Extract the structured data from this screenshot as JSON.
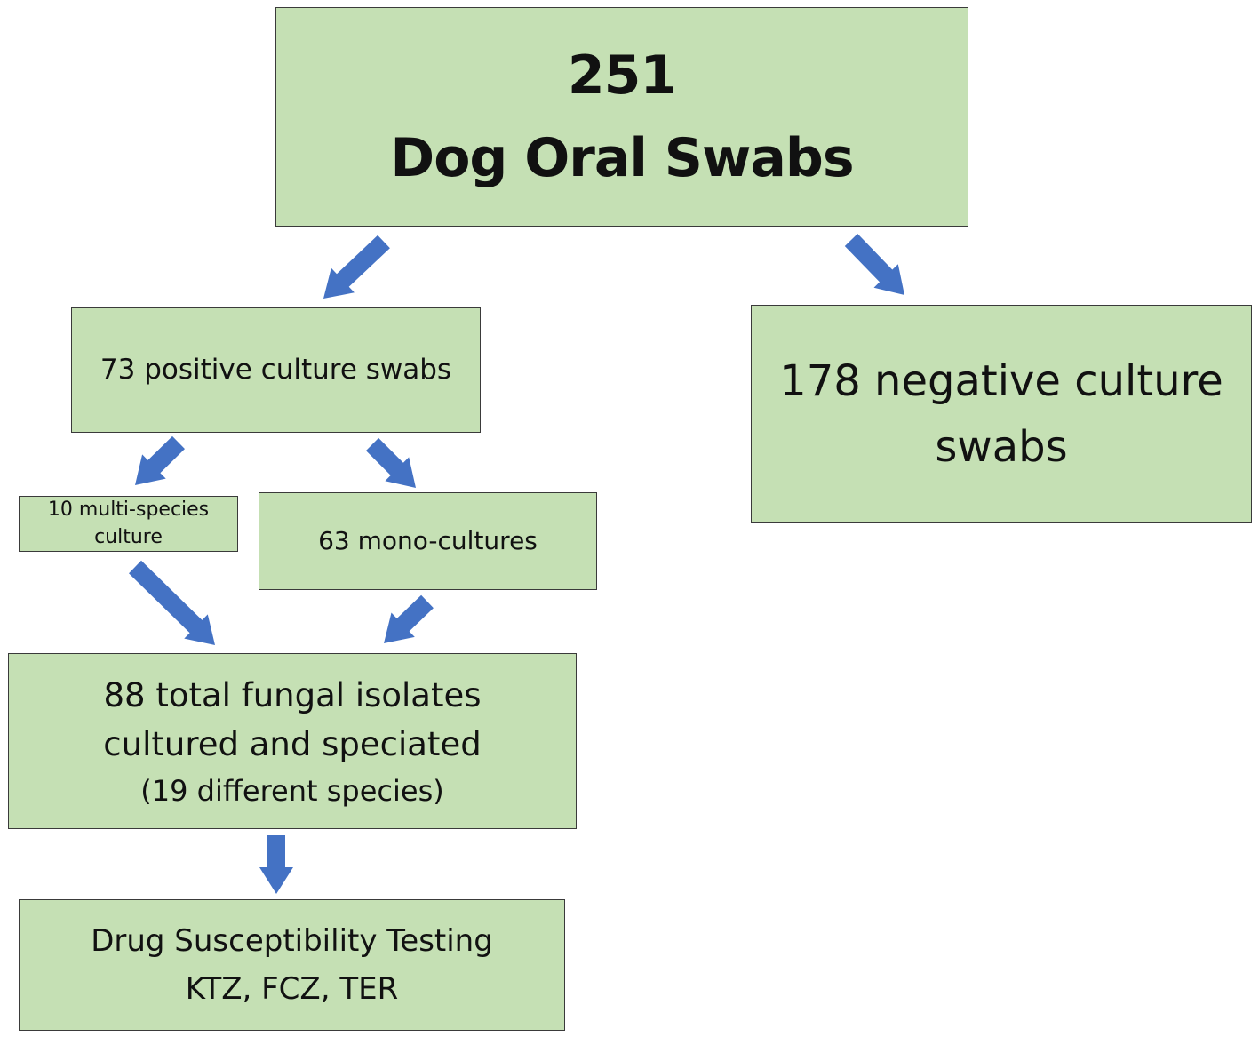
{
  "nodes": {
    "root": {
      "lines": [
        "251",
        "Dog Oral Swabs"
      ]
    },
    "positive": {
      "lines": [
        "73 positive culture swabs"
      ]
    },
    "negative": {
      "lines": [
        "178 negative culture",
        "swabs"
      ]
    },
    "multi": {
      "lines": [
        "10 multi-species",
        "culture"
      ]
    },
    "mono": {
      "lines": [
        "63 mono-cultures"
      ]
    },
    "isolates": {
      "lines": [
        "88 total fungal isolates",
        "cultured and speciated",
        "(19 different species)"
      ]
    },
    "drug": {
      "lines": [
        "Drug Susceptibility Testing",
        "KTZ, FCZ, TER"
      ]
    }
  },
  "edges": [
    {
      "from": "root",
      "to": "positive"
    },
    {
      "from": "root",
      "to": "negative"
    },
    {
      "from": "positive",
      "to": "multi"
    },
    {
      "from": "positive",
      "to": "mono"
    },
    {
      "from": "multi",
      "to": "isolates"
    },
    {
      "from": "mono",
      "to": "isolates"
    },
    {
      "from": "isolates",
      "to": "drug"
    }
  ],
  "colors": {
    "box_fill": "#c5e0b4",
    "box_border": "#3a3a3a",
    "arrow": "#4472c4",
    "text": "#111111"
  }
}
